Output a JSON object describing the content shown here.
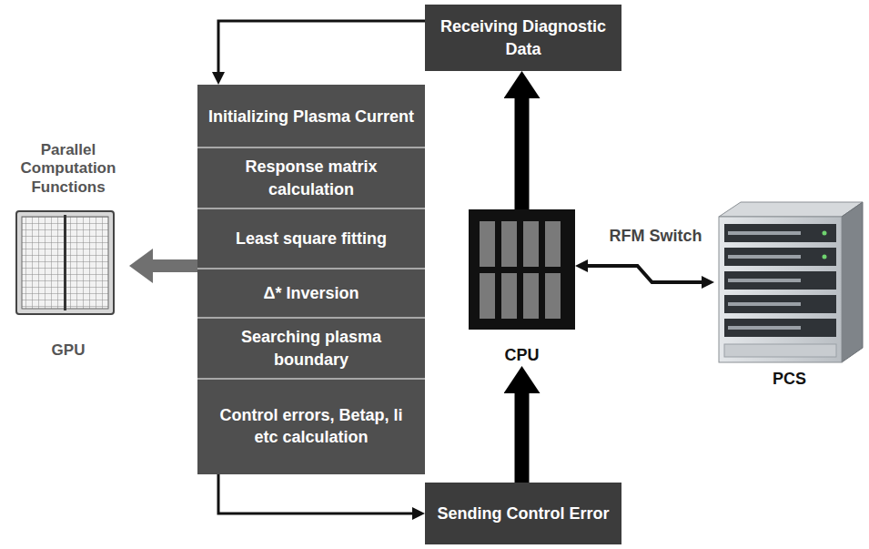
{
  "diagram": {
    "nodes": [
      {
        "text": [
          "Receiving Diagnostic Data"
        ]
      },
      {
        "text": [
          "Initializing Plasma Current"
        ]
      },
      {
        "text": [
          "Response matrix calculation"
        ]
      },
      {
        "text": [
          "Least square fitting"
        ]
      },
      {
        "text": [
          "Δ* Inversion"
        ]
      },
      {
        "text": [
          "Searching plasma boundary"
        ]
      },
      {
        "text": [
          "Control errors, Betap, li etc calculation"
        ]
      },
      {
        "text": [
          "Sending Control Error"
        ]
      },
      {
        "text": [
          "Parallel Computation Functions",
          "GPU"
        ]
      },
      {
        "text": [
          "CPU"
        ]
      },
      {
        "text": [
          "PCS"
        ]
      }
    ],
    "edges": [
      {
        "from": 0,
        "to": 1,
        "arrow": "to"
      },
      {
        "from": 6,
        "to": 7,
        "arrow": "to"
      },
      {
        "from": 9,
        "to": 0,
        "arrow": "to"
      },
      {
        "from": 7,
        "to": 9,
        "arrow": "to"
      },
      {
        "from": 3,
        "to": 8,
        "arrow": "to"
      },
      {
        "from": 9,
        "to": 10,
        "label": "RFM Switch",
        "arrow": "both"
      }
    ]
  }
}
